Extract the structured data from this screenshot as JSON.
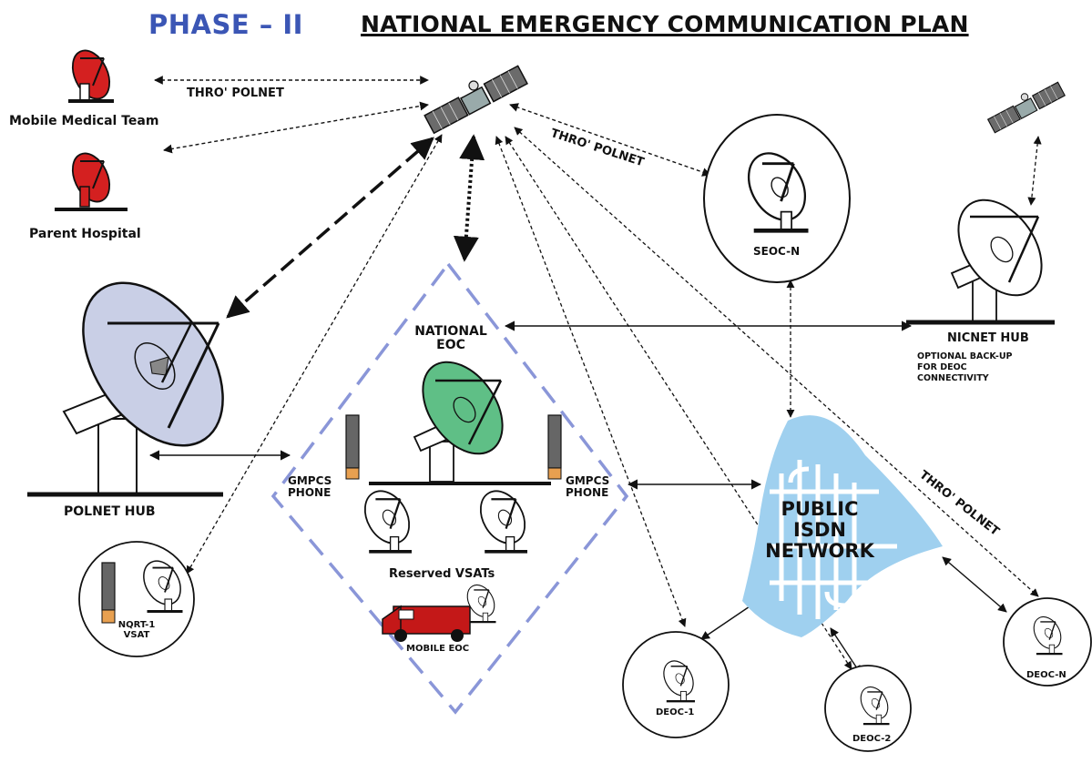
{
  "title": {
    "phase": "PHASE – II",
    "main": "NATIONAL EMERGENCY COMMUNICATION PLAN"
  },
  "nodes": {
    "mobile_medical_team": "Mobile Medical Team",
    "parent_hospital": "Parent Hospital",
    "polnet_hub": "POLNET HUB",
    "nqrt": [
      "NQRT-1",
      "VSAT"
    ],
    "national_eoc": [
      "NATIONAL",
      "EOC"
    ],
    "gmpcs_phone_left": [
      "GMPCS",
      "PHONE"
    ],
    "gmpcs_phone_right": [
      "GMPCS",
      "PHONE"
    ],
    "reserved_vsats": "Reserved VSATs",
    "mobile_eoc": "MOBILE EOC",
    "seoc": "SEOC-N",
    "nicnet_hub": "NICNET HUB",
    "nicnet_note": [
      "OPTIONAL BACK-UP",
      "FOR DEOC",
      "CONNECTIVITY"
    ],
    "isdn": [
      "PUBLIC",
      "ISDN",
      "NETWORK"
    ],
    "deoc_1": "DEOC-1",
    "deoc_2": "DEOC-2",
    "deoc_n": "DEOC-N"
  },
  "links": {
    "thro_polnet_top": "THRO' POLNET",
    "thro_polnet_seoc": "THRO' POLNET",
    "thro_polnet_deoc": "THRO' POLNET"
  },
  "colors": {
    "title_blue": "#3b56b5",
    "polnet_dish": "#c9cfe6",
    "eoc_dish": "#5fbf86",
    "medical_dish": "#d42020",
    "isdn_cloud": "#9fd0ef",
    "diamond_dash": "#8a96d8",
    "van": "#c41818"
  }
}
